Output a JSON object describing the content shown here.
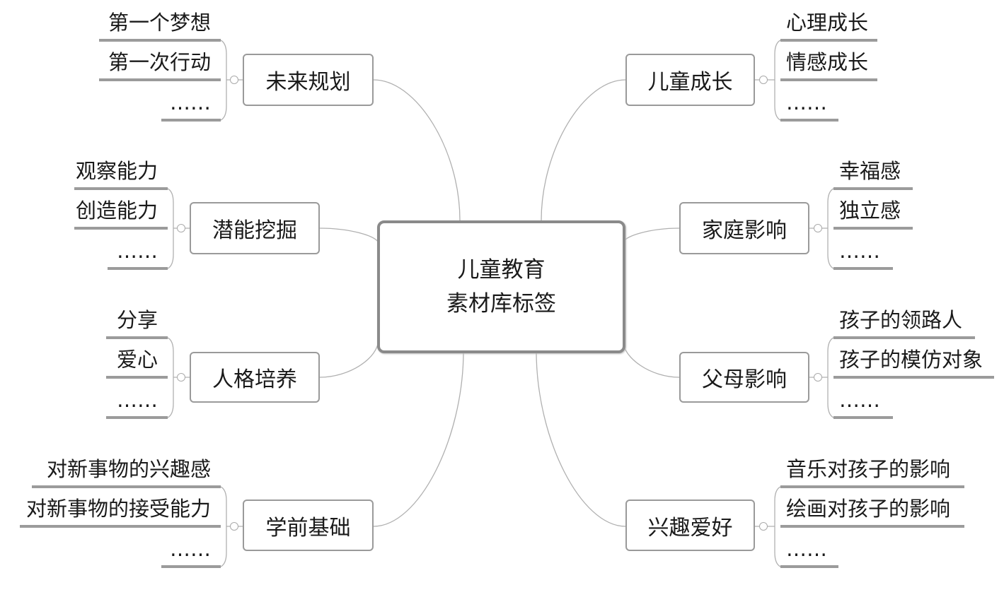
{
  "center": {
    "line1": "儿童教育",
    "line2": "素材库标签"
  },
  "branches": [
    {
      "topic": "未来规划",
      "leaves": [
        "第一个梦想",
        "第一次行动",
        "……"
      ]
    },
    {
      "topic": "潜能挖掘",
      "leaves": [
        "观察能力",
        "创造能力",
        "……"
      ]
    },
    {
      "topic": "人格培养",
      "leaves": [
        "分享",
        "爱心",
        "……"
      ]
    },
    {
      "topic": "学前基础",
      "leaves": [
        "对新事物的兴趣感",
        "对新事物的接受能力",
        "……"
      ]
    },
    {
      "topic": "儿童成长",
      "leaves": [
        "心理成长",
        "情感成长",
        "……"
      ]
    },
    {
      "topic": "家庭影响",
      "leaves": [
        "幸福感",
        "独立感",
        "……"
      ]
    },
    {
      "topic": "父母影响",
      "leaves": [
        "孩子的领路人",
        "孩子的模仿对象",
        "……"
      ]
    },
    {
      "topic": "兴趣爱好",
      "leaves": [
        "音乐对孩子的影响",
        "绘画对孩子的影响",
        "……"
      ]
    }
  ]
}
